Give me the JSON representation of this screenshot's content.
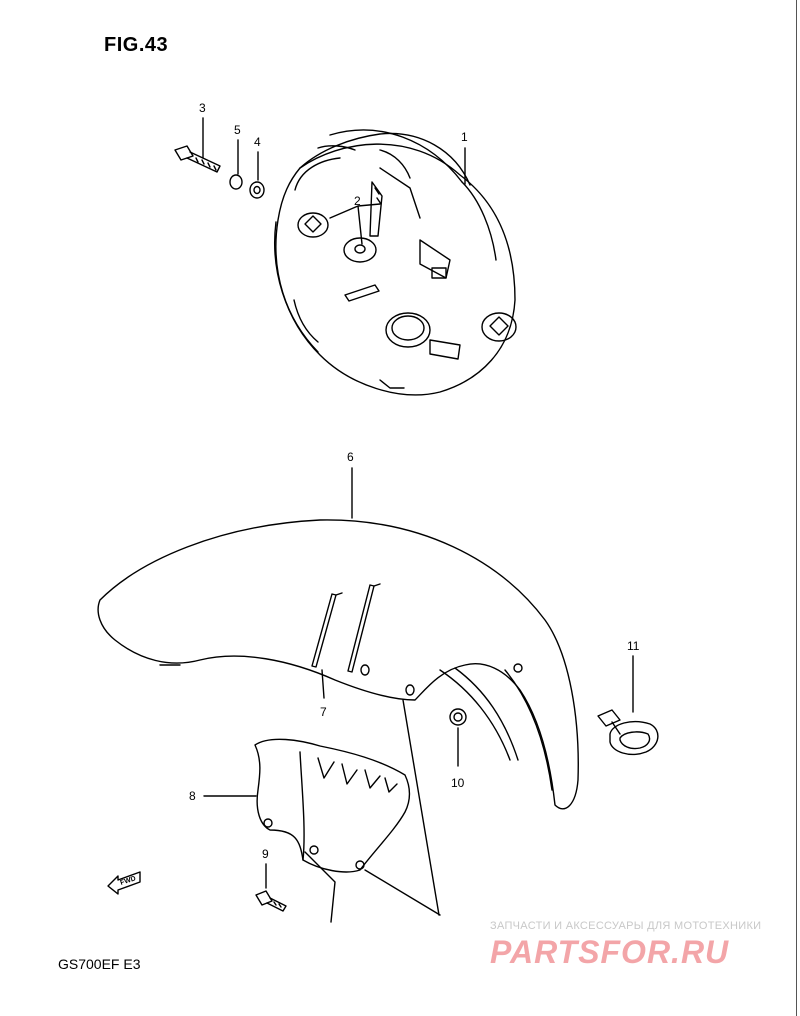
{
  "figure": {
    "title": "FIG.43",
    "model": "GS700EF  E3"
  },
  "callouts": [
    "1",
    "2",
    "3",
    "4",
    "5",
    "6",
    "7",
    "8",
    "9",
    "10",
    "11"
  ],
  "fwd_label": "FWD",
  "watermark": {
    "tagline": "ЗАПЧАСТИ И АКСЕССУАРЫ ДЛЯ МОТОТЕХНИКИ",
    "logo": "PARTSFOR.RU",
    "color": "#f3a5a8"
  }
}
